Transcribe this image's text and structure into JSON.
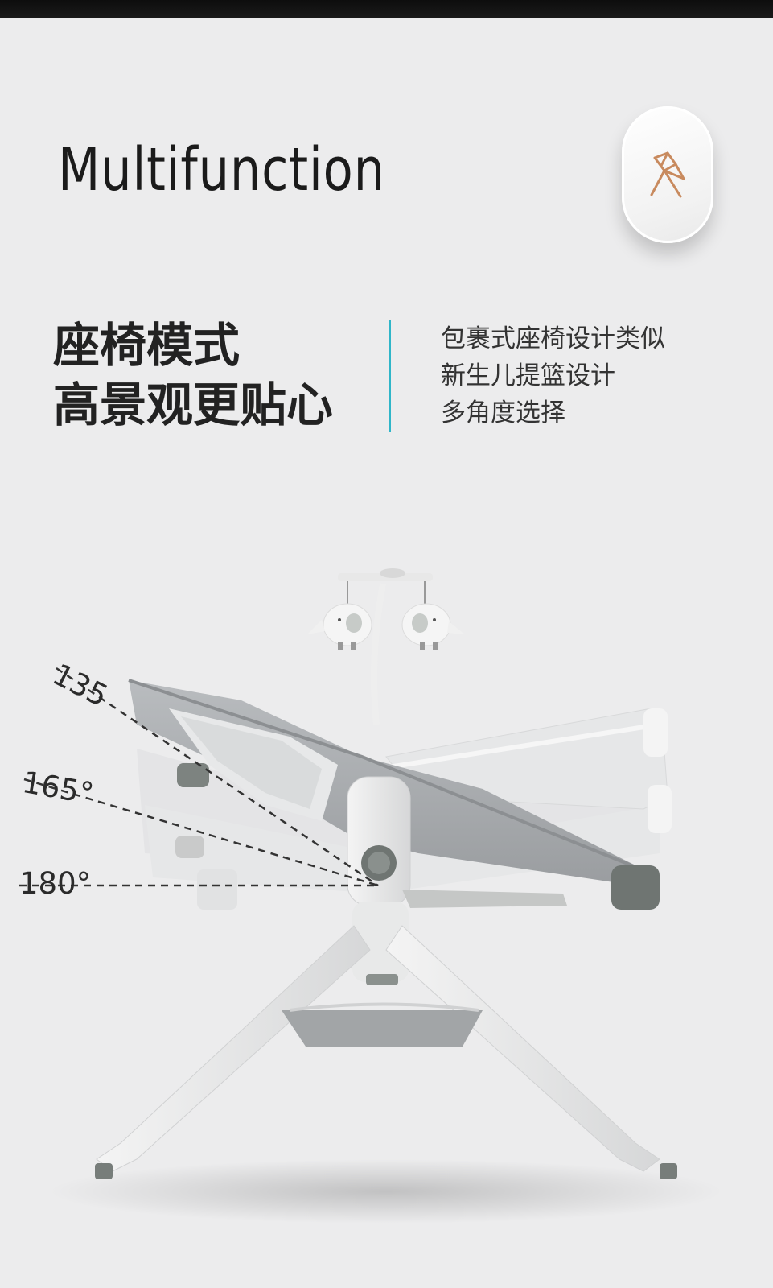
{
  "header": {
    "title": "Multifunction"
  },
  "badge": {
    "icon": "seat-chair-icon",
    "color": "#c88a5e"
  },
  "section": {
    "title_lines": [
      "座椅模式",
      "高景观更贴心"
    ],
    "accent_color": "#2fb6c9",
    "description_lines": [
      "包裹式座椅设计类似",
      "新生儿提篮设计",
      "多角度选择"
    ]
  },
  "angles": {
    "a135": "135",
    "a165": "165°",
    "a180": "180°"
  }
}
